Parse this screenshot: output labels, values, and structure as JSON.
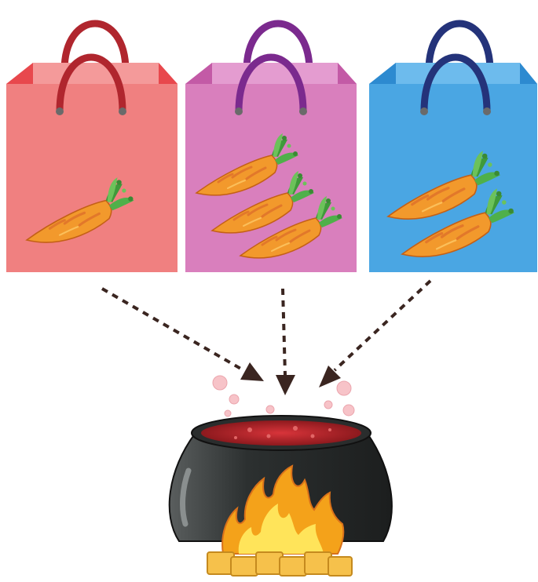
{
  "bags": [
    {
      "id": "red",
      "carrots": 1,
      "body_color": "#f08080",
      "side_color": "#e8484d",
      "top_color": "#f49a9a",
      "handle_color": "#b0262e"
    },
    {
      "id": "pink",
      "carrots": 3,
      "body_color": "#d97fbd",
      "side_color": "#c35aa6",
      "top_color": "#e49cd0",
      "handle_color": "#7b2a8e"
    },
    {
      "id": "blue",
      "carrots": 2,
      "body_color": "#4aa6e3",
      "side_color": "#2d8ad0",
      "top_color": "#6dbbed",
      "handle_color": "#24337a"
    }
  ],
  "colors": {
    "arrow": "#3a2520",
    "carrot": "#f2992c",
    "carrot_stripe": "#e2782a",
    "carrot_leaf": "#3f9a3a",
    "pot_body": "#2f3232",
    "pot_soup": "#b2222a",
    "flame_outer": "#f4a21a",
    "flame_inner": "#ffe45a",
    "wood": "#f6c14b"
  }
}
